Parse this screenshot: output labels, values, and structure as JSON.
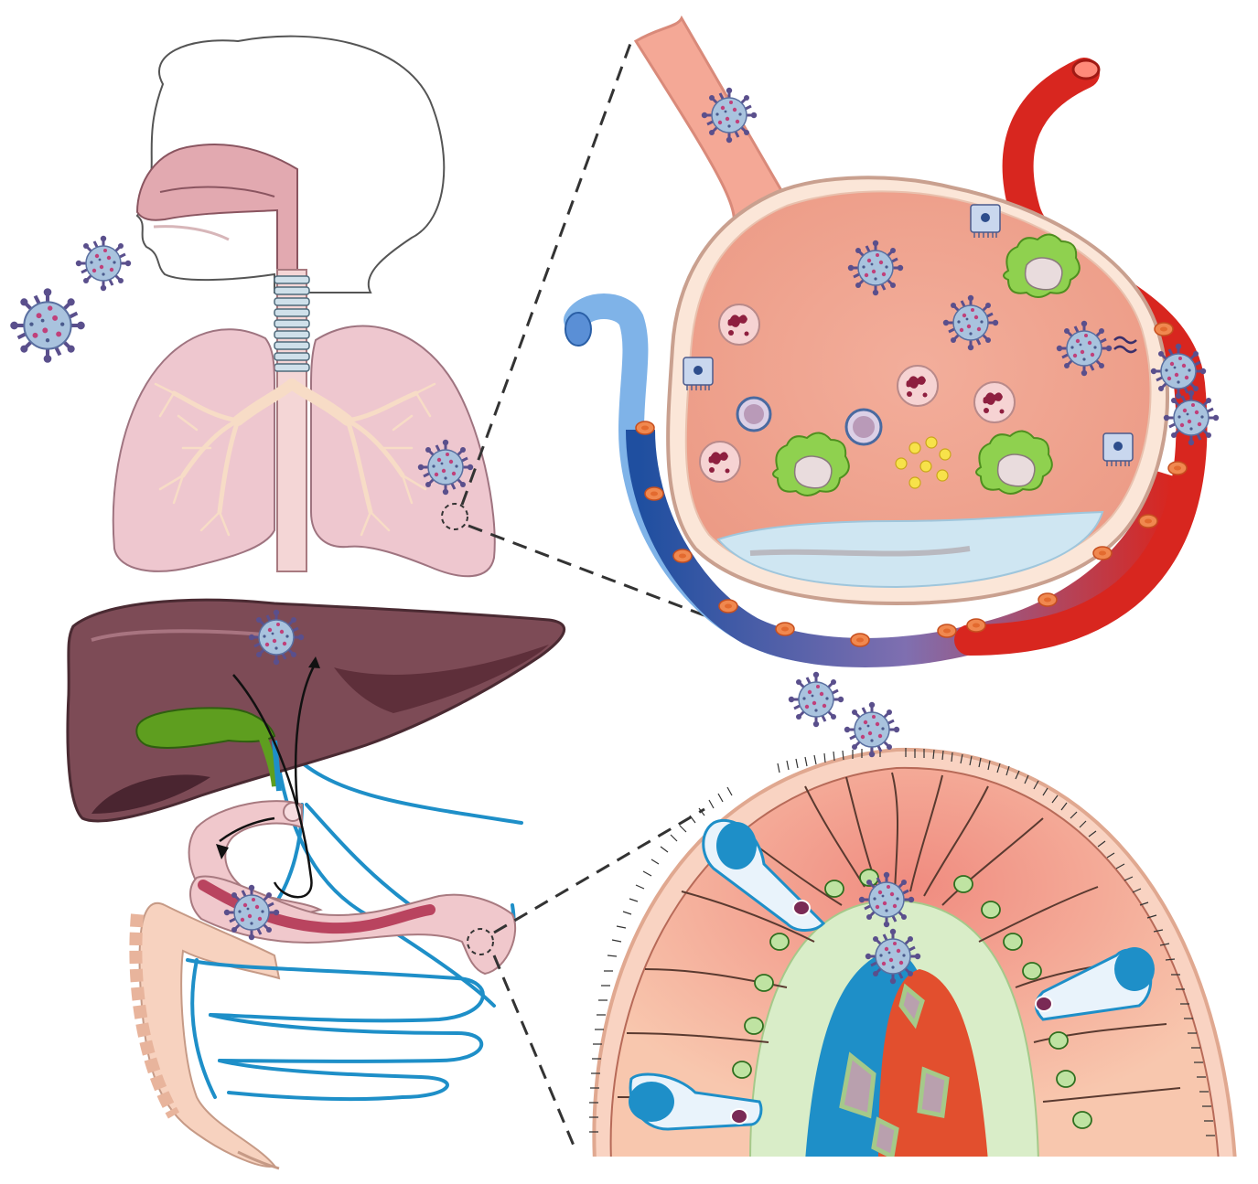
{
  "figure": {
    "panels": [
      {
        "id": "head-and-lungs",
        "icon": "respiratory-tract-icon"
      },
      {
        "id": "alveolus-detail",
        "icon": "alveolus-icon"
      },
      {
        "id": "liver-pancreas-intestine",
        "icon": "digestive-organs-icon"
      },
      {
        "id": "intestinal-villus-detail",
        "icon": "villus-icon"
      }
    ],
    "colors": {
      "virus": "#a9c3de",
      "virus_spike": "#5a4f8c",
      "alveolus_fill": "#f0a593",
      "artery": "#d8261f",
      "vein": "#3a76c9",
      "liver": "#7d4b56",
      "gallbladder": "#5e9e1f",
      "portal_vessels": "#1e8fc8",
      "enterocyte": "#f7c6ad",
      "macrophage": "#8fd14f"
    }
  }
}
